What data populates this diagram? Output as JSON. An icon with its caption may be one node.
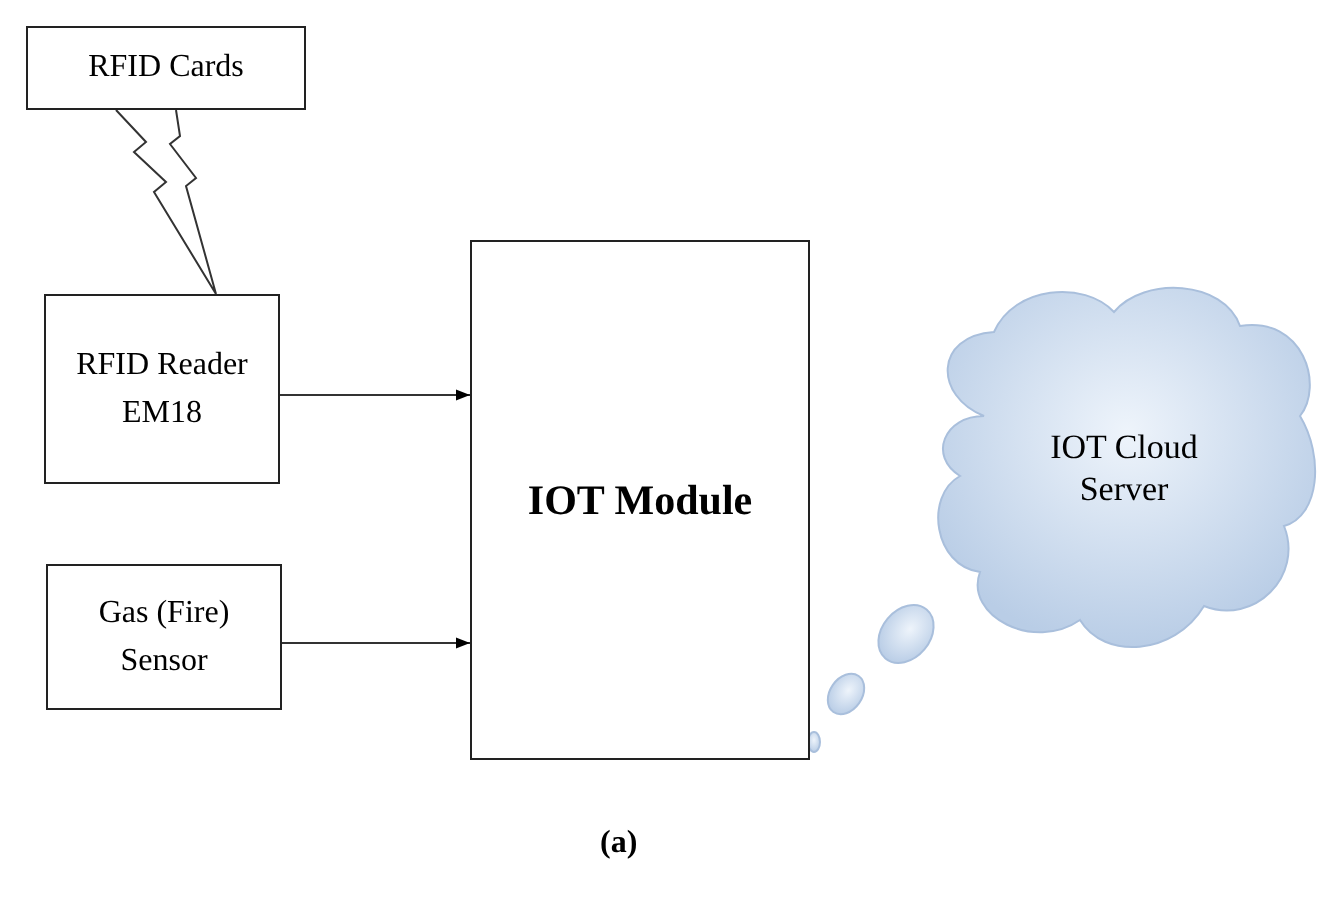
{
  "diagram": {
    "caption": "(a)",
    "nodes": [
      {
        "text": [
          "RFID Cards"
        ]
      },
      {
        "text": [
          "RFID Reader EM18"
        ]
      },
      {
        "text": [
          "Gas (Fire) Sensor"
        ]
      },
      {
        "text": [
          "IOT Module"
        ]
      },
      {
        "text": [
          "IOT Cloud Server"
        ]
      }
    ],
    "edges": [
      {
        "from": 0,
        "to": 1,
        "arrow": "none"
      },
      {
        "from": 1,
        "to": 3,
        "arrow": "to"
      },
      {
        "from": 2,
        "to": 3,
        "arrow": "to"
      }
    ]
  }
}
